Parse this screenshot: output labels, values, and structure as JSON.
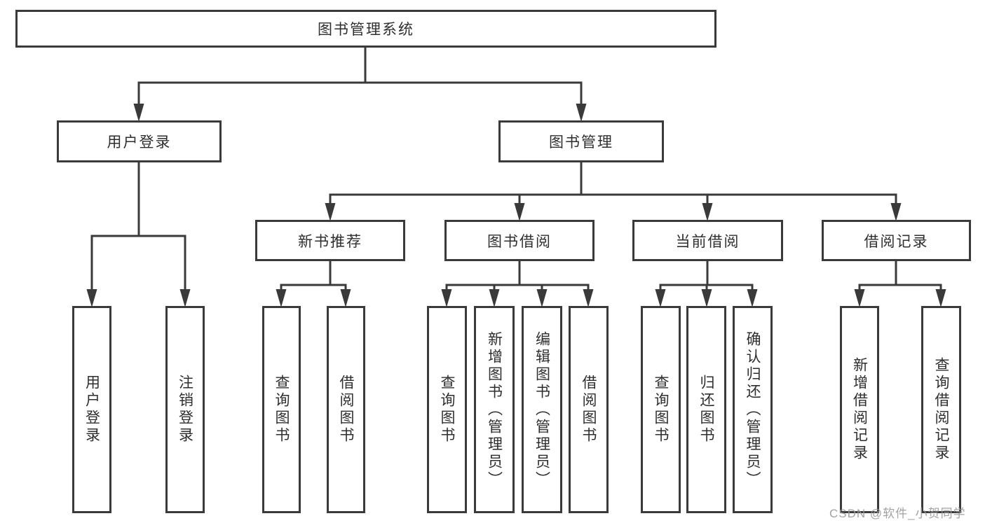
{
  "diagram": {
    "root": {
      "label": "图书管理系统"
    },
    "level2": [
      {
        "label": "用户登录"
      },
      {
        "label": "图书管理"
      }
    ],
    "level3": [
      {
        "label": "新书推荐"
      },
      {
        "label": "图书借阅"
      },
      {
        "label": "当前借阅"
      },
      {
        "label": "借阅记录"
      }
    ],
    "leaves": [
      {
        "label": "用户登录"
      },
      {
        "label": "注销登录"
      },
      {
        "label": "查询图书"
      },
      {
        "label": "借阅图书"
      },
      {
        "label": "查询图书"
      },
      {
        "label": "新增图书（管理员）"
      },
      {
        "label": "编辑图书（管理员）"
      },
      {
        "label": "借阅图书"
      },
      {
        "label": "查询图书"
      },
      {
        "label": "归还图书"
      },
      {
        "label": "确认归还（管理员）"
      },
      {
        "label": "新增借阅记录"
      },
      {
        "label": "查询借阅记录"
      }
    ]
  },
  "watermark": {
    "text": "CSDN @软件_小贺同学"
  },
  "colors": {
    "line": "#3a3a3a",
    "box_border": "#3a3a3a",
    "text": "#2e2e2e",
    "watermark": "#9a9a9a",
    "background": "#ffffff"
  }
}
